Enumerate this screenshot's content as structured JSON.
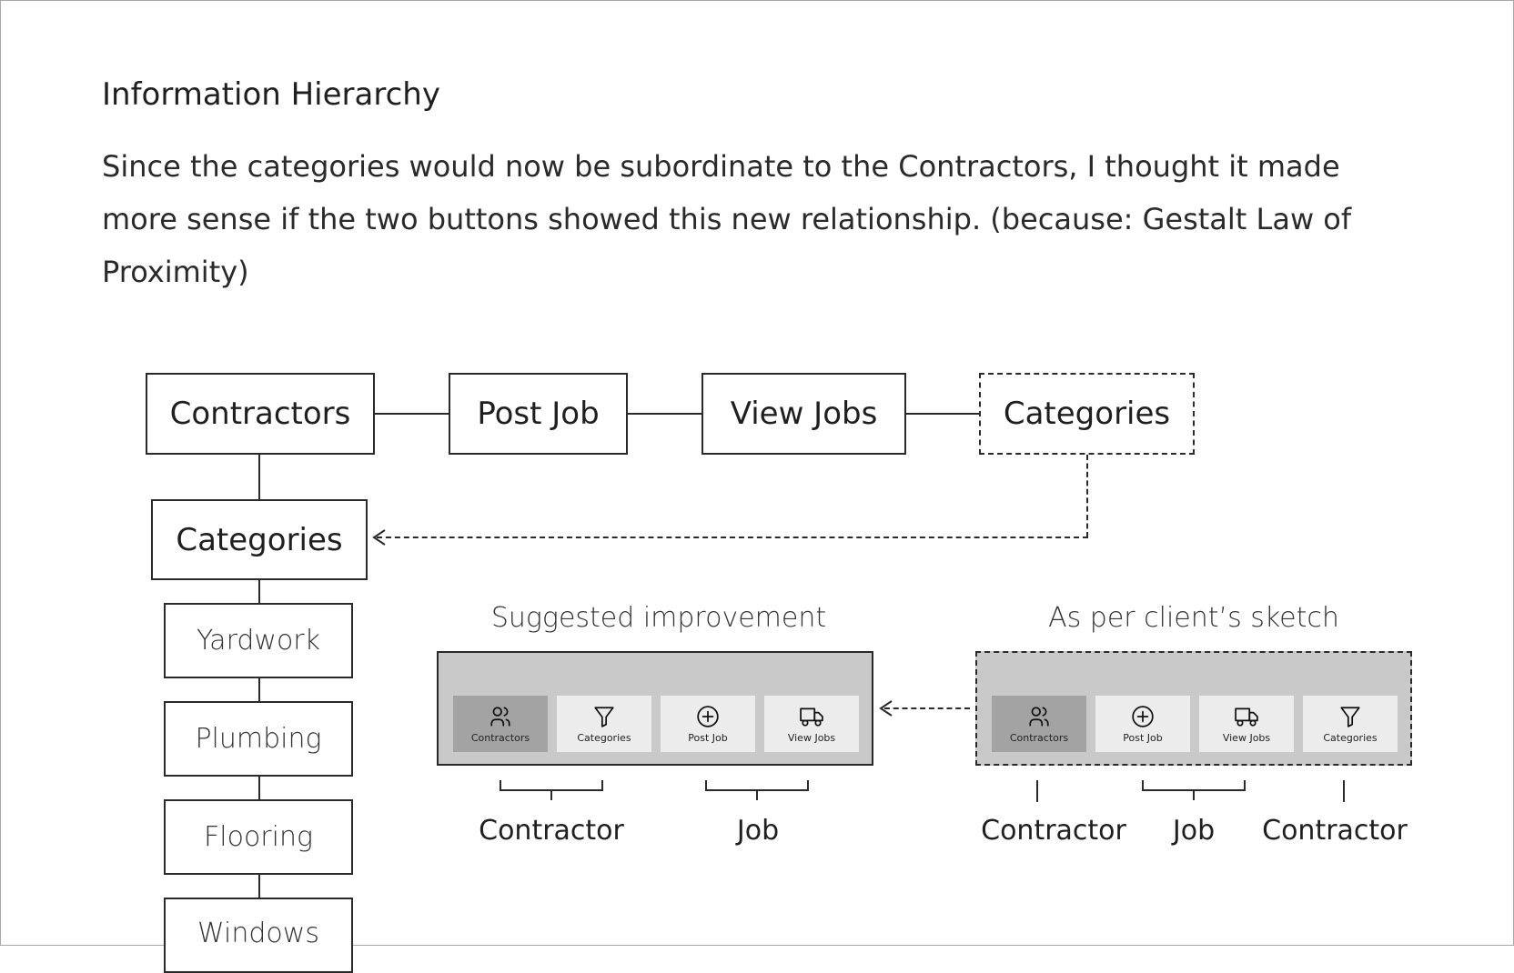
{
  "section": {
    "heading": "Information Hierarchy",
    "paragraph": "Since the categories would now be subordinate to the Contractors, I thought it made more sense if the two buttons showed this new relationship. (because: Gestalt Law of Proximity)"
  },
  "hierarchy": {
    "top_nodes": [
      "Contractors",
      "Post Job",
      "View Jobs",
      "Categories"
    ],
    "sub_node": "Categories",
    "category_children": [
      "Yardwork",
      "Plumbing",
      "Flooring",
      "Windows"
    ]
  },
  "suggested": {
    "caption": "Suggested improvement",
    "buttons": [
      {
        "label": "Contractors",
        "icon": "users-icon",
        "active": true
      },
      {
        "label": "Categories",
        "icon": "filter-icon",
        "active": false
      },
      {
        "label": "Post Job",
        "icon": "plus-circle-icon",
        "active": false
      },
      {
        "label": "View Jobs",
        "icon": "truck-icon",
        "active": false
      }
    ],
    "groups": [
      "Contractor",
      "Job"
    ]
  },
  "client_sketch": {
    "caption": "As per client’s sketch",
    "buttons": [
      {
        "label": "Contractors",
        "icon": "users-icon",
        "active": true
      },
      {
        "label": "Post Job",
        "icon": "plus-circle-icon",
        "active": false
      },
      {
        "label": "View Jobs",
        "icon": "truck-icon",
        "active": false
      },
      {
        "label": "Categories",
        "icon": "filter-icon",
        "active": false
      }
    ],
    "groups": [
      "Contractor",
      "Job",
      "Contractor"
    ]
  },
  "colors": {
    "bar_background": "#c9c9c9",
    "button_background": "#ececec",
    "active_button_background": "#a3a3a3",
    "line": "#2a2a2a"
  }
}
